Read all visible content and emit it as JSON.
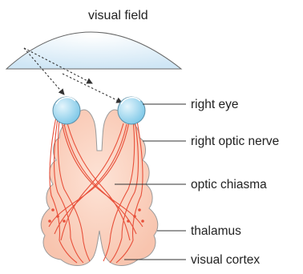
{
  "diagram": {
    "title": "visual field",
    "labels": {
      "right_eye": "right eye",
      "right_optic_nerve": "right optic nerve",
      "optic_chiasma": "optic chiasma",
      "thalamus": "thalamus",
      "visual_cortex": "visual cortex"
    },
    "colors": {
      "visual_field_fill": "#d8ecf7",
      "brain_fill": "#fbd4c4",
      "brain_outline": "#9a9a9a",
      "eye_fill": "#a9dcf2",
      "nerve": "#e8503a",
      "text": "#222222"
    }
  }
}
